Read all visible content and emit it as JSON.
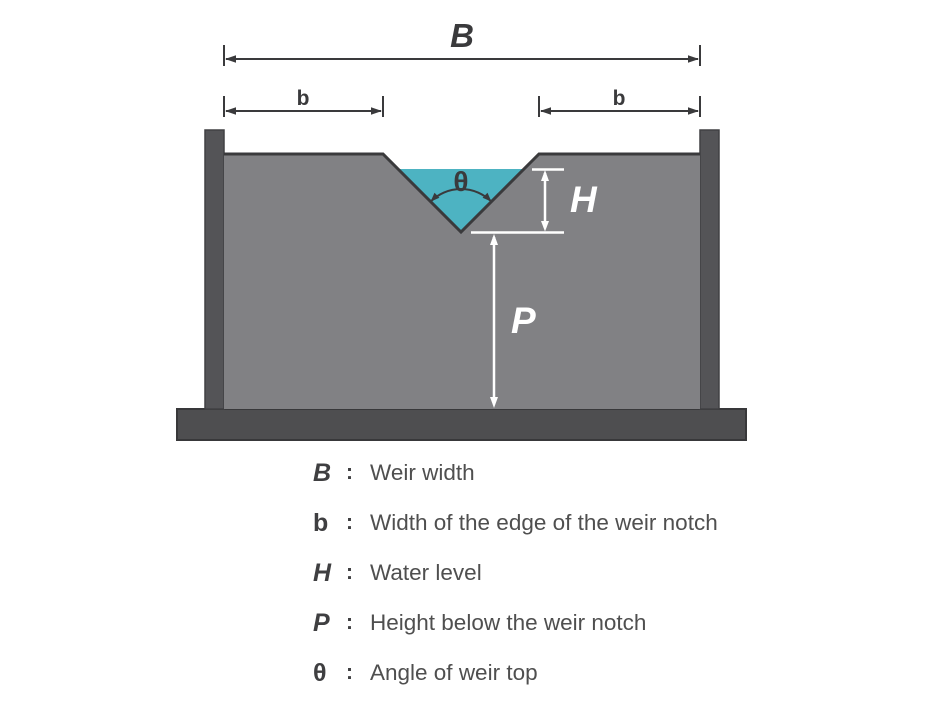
{
  "diagram": {
    "labels": {
      "B": "B",
      "b_left": "b",
      "b_right": "b",
      "H": "H",
      "P": "P",
      "theta": "θ"
    },
    "colors": {
      "body": "#818184",
      "posts": "#545457",
      "base": "#4e4e50",
      "water": "#4db3c2",
      "outline": "#3a3a3c",
      "white_annotation": "#ffffff",
      "legend_text": "#4f4f4f"
    },
    "notch_angle_degrees": 90
  },
  "legend": {
    "separator": ":",
    "items": [
      {
        "symbol": "B",
        "description": "Weir width"
      },
      {
        "symbol": "b",
        "description": "Width of the edge of the weir notch"
      },
      {
        "symbol": "H",
        "description": "Water level"
      },
      {
        "symbol": "P",
        "description": "Height below the weir notch"
      },
      {
        "symbol": "θ",
        "description": "Angle of weir top"
      }
    ]
  }
}
